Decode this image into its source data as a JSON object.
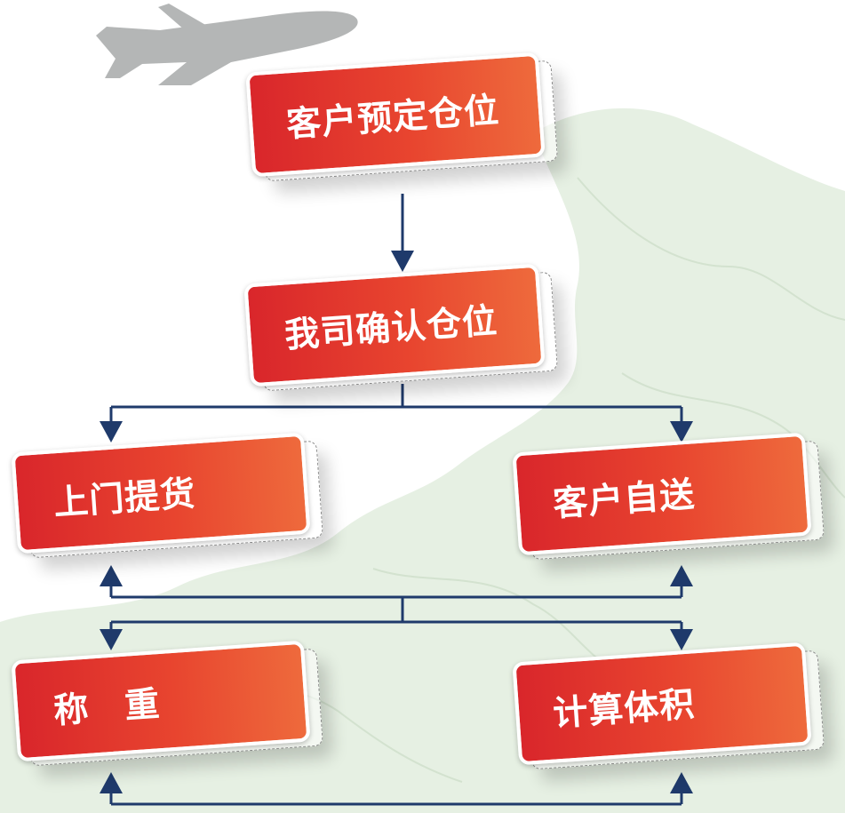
{
  "colors": {
    "box_red": "#e03a2c",
    "box_orange": "#ee6a3c",
    "arrow_navy": "#1f3a6b",
    "map_green": "#e4efe1",
    "plane_gray": "#b4b6b6"
  },
  "icons": {
    "plane": "airplane-icon"
  },
  "steps": [
    {
      "label": "客户预定仓位"
    },
    {
      "label": "我司确认仓位"
    },
    {
      "label": "上门提货"
    },
    {
      "label": "客户自送"
    },
    {
      "label": "称　重"
    },
    {
      "label": "计算体积"
    }
  ]
}
